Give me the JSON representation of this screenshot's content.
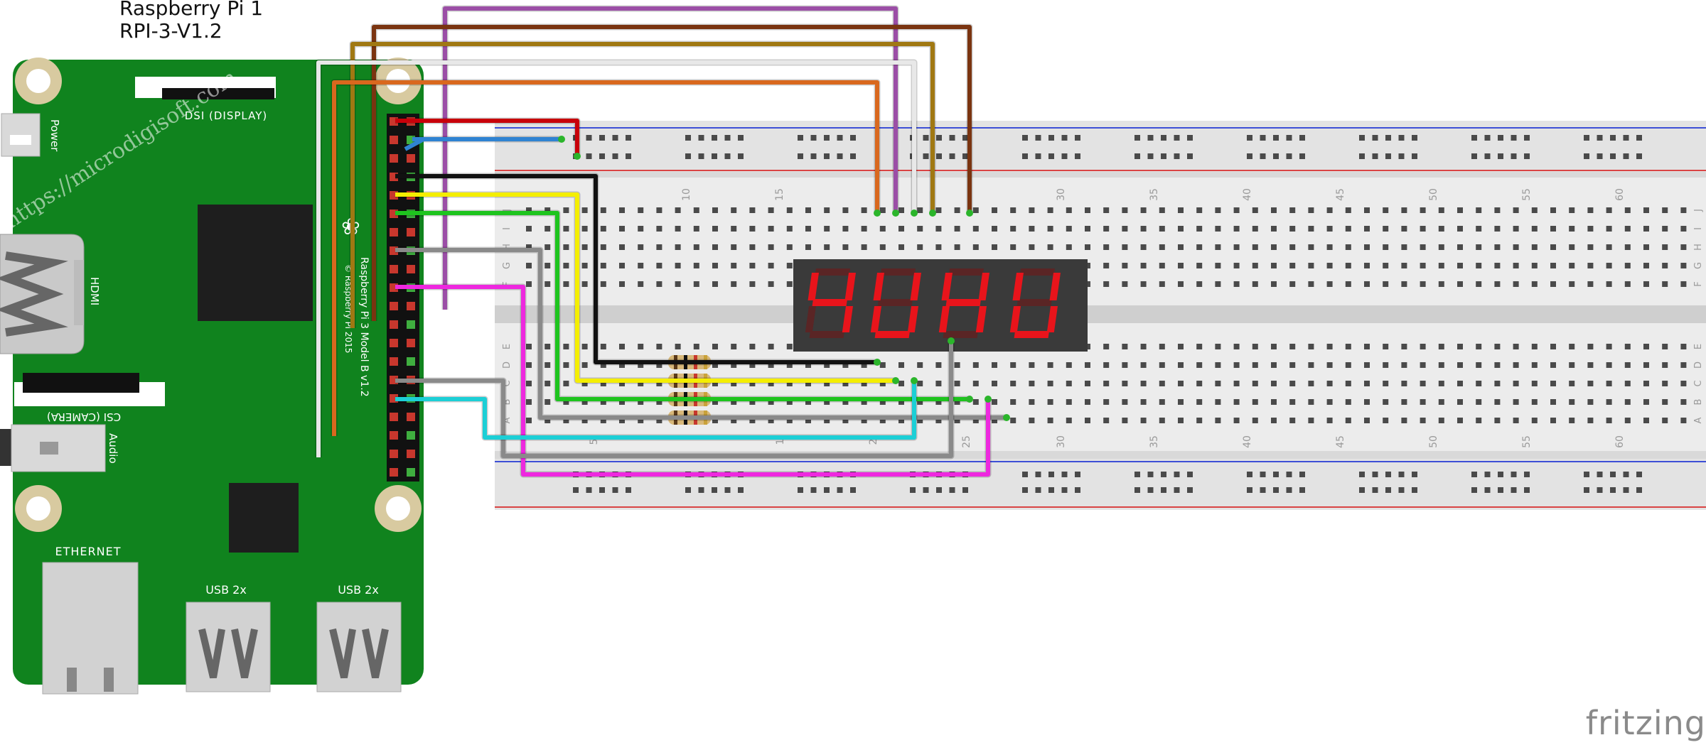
{
  "board": {
    "title": "Raspberry Pi 1",
    "model": "RPI-3-V1.2",
    "labels": {
      "dsi": "DSI (DISPLAY)",
      "power": "Power",
      "hdmi": "HDMI",
      "csi": "CSI (CAMERA)",
      "audio": "Audio",
      "ethernet": "ETHERNET",
      "usb1": "USB 2x",
      "usb2": "USB 2x",
      "silk": "Raspberry Pi 3 Model B v1.2",
      "silk2": "© Raspberry Pi 2015"
    },
    "color": "#10831e"
  },
  "watermark": "https://microdigisoft.com",
  "breadboard": {
    "top_numbers": [
      "10",
      "15",
      "30",
      "35",
      "40",
      "45",
      "50",
      "55",
      "60"
    ],
    "bottom_numbers": [
      "5",
      "1",
      "2",
      "25",
      "30",
      "35",
      "40",
      "45",
      "50",
      "55",
      "60"
    ],
    "row_letters_top": [
      "J",
      "I",
      "H",
      "G",
      "F"
    ],
    "row_letters_bottom": [
      "E",
      "D",
      "C",
      "B",
      "A"
    ]
  },
  "display": {
    "segments_text": "4 digit 7-segment",
    "digit_color": "#e8141b"
  },
  "brand": "fritzing",
  "wire_colors": {
    "red": "#c8000a",
    "blue": "#2f83d2",
    "black": "#111111",
    "yellow": "#f4ee00",
    "green": "#1ec41e",
    "gray": "#8a8a8a",
    "magenta": "#ee28df",
    "cyan": "#1ccfd6",
    "orange": "#d9681e",
    "purple": "#9b4ea6",
    "white": "#e8e8e8",
    "olive": "#a07812",
    "brown": "#7a3410"
  }
}
